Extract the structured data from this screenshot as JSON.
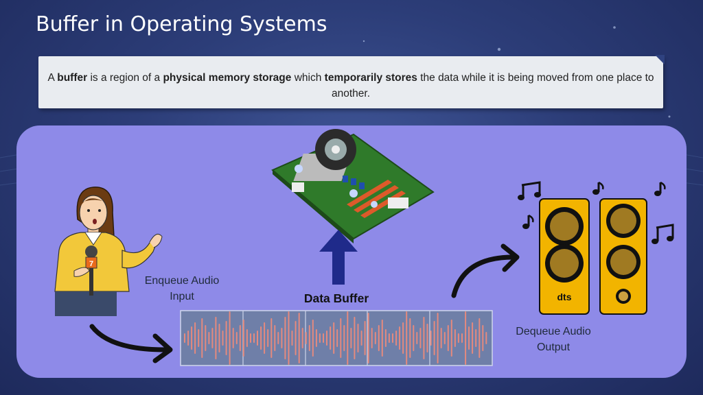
{
  "slide": {
    "title": "Buffer in Operating Systems"
  },
  "definition": {
    "parts": [
      {
        "text": "A ",
        "bold": false
      },
      {
        "text": "buffer",
        "bold": true
      },
      {
        "text": " is a region of a ",
        "bold": false
      },
      {
        "text": "physical memory storage",
        "bold": true
      },
      {
        "text": " which ",
        "bold": false
      },
      {
        "text": "temporarily stores",
        "bold": true
      },
      {
        "text": " the data while it is being moved from one place to another.",
        "bold": false
      }
    ]
  },
  "diagram": {
    "input_label_line1": "Enqueue Audio",
    "input_label_line2": "Input",
    "buffer_label": "Data Buffer",
    "output_label_line1": "Dequeue Audio",
    "output_label_line2": "Output",
    "speaker_brand": "dts",
    "mic_tag": "7"
  },
  "colors": {
    "panel": "#8e8ae8",
    "arrow_up": "#1f2a8a",
    "waveform": "#e58a7e",
    "buffer_bg": "#6f7fa8",
    "speaker": "#f2b400"
  },
  "icons": [
    "reporter-illustration",
    "microphone-icon",
    "motherboard-illustration",
    "speaker-illustration",
    "music-note-icon",
    "curved-arrow-icon",
    "up-arrow-icon"
  ]
}
